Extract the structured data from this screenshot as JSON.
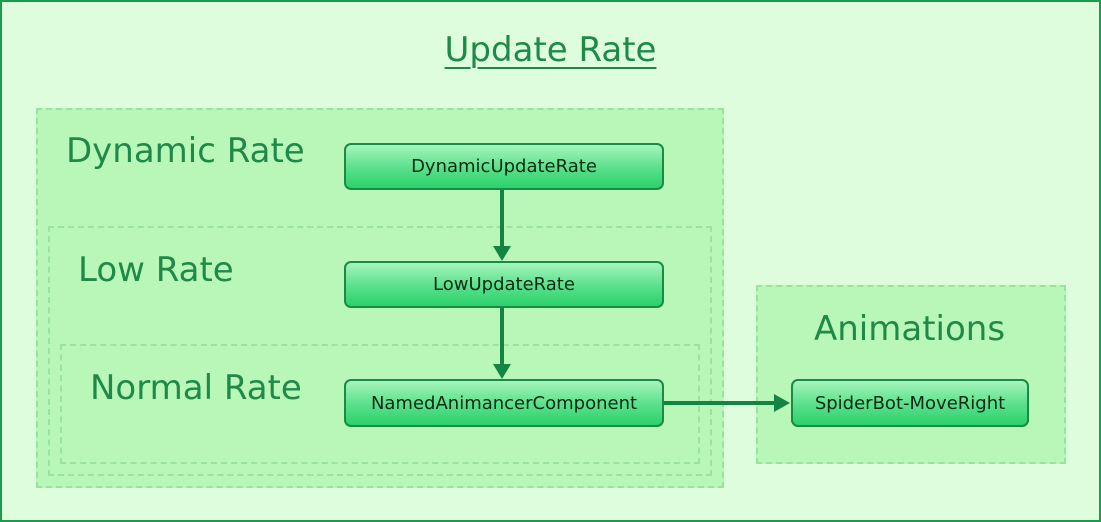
{
  "diagram": {
    "title": "Update Rate",
    "regions": {
      "dynamic": {
        "label": "Dynamic Rate"
      },
      "low": {
        "label": "Low Rate"
      },
      "normal": {
        "label": "Normal Rate"
      },
      "animations": {
        "label": "Animations"
      }
    },
    "nodes": {
      "dynamic_update_rate": "DynamicUpdateRate",
      "low_update_rate": "LowUpdateRate",
      "named_animancer_component": "NamedAnimancerComponent",
      "spiderbot_move_right": "SpiderBot-MoveRight"
    },
    "colors": {
      "background": "#ddfddd",
      "region_fill": "#b9f7b9",
      "text_accent": "#1f8a48",
      "node_border": "#1a8a45",
      "arrow": "#148444"
    }
  }
}
